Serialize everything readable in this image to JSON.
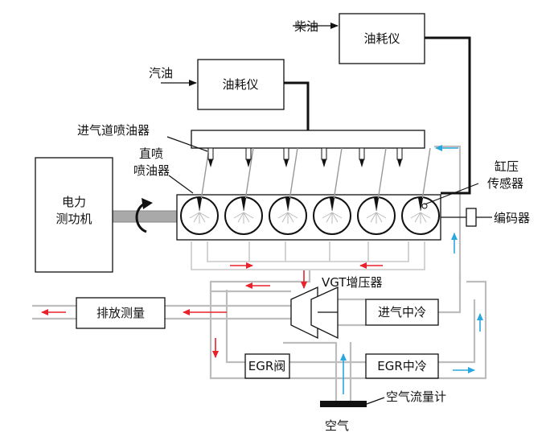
{
  "labels": {
    "diesel": "柴油",
    "gasoline": "汽油",
    "fuel_meter_top": "油耗仪",
    "fuel_meter_left": "油耗仪",
    "port_injector": "进气道喷油器",
    "direct_injector_line1": "直喷",
    "direct_injector_line2": "喷油器",
    "cyl_sensor_line1": "缸压",
    "cyl_sensor_line2": "传感器",
    "dyno_line1": "电力",
    "dyno_line2": "测功机",
    "encoder": "编码器",
    "vgt": "VGT增压器",
    "emission": "排放测量",
    "intercooler": "进气中冷",
    "egr_valve": "EGR阀",
    "egr_cooler": "EGR中冷",
    "air_flow_meter": "空气流量计",
    "air": "空气"
  },
  "colors": {
    "exhaust_arrow": "#e8222a",
    "intake_arrow": "#2aa7df",
    "pipe": "#bdbdbd",
    "line": "#111111"
  },
  "engine": {
    "cylinders": 6
  }
}
